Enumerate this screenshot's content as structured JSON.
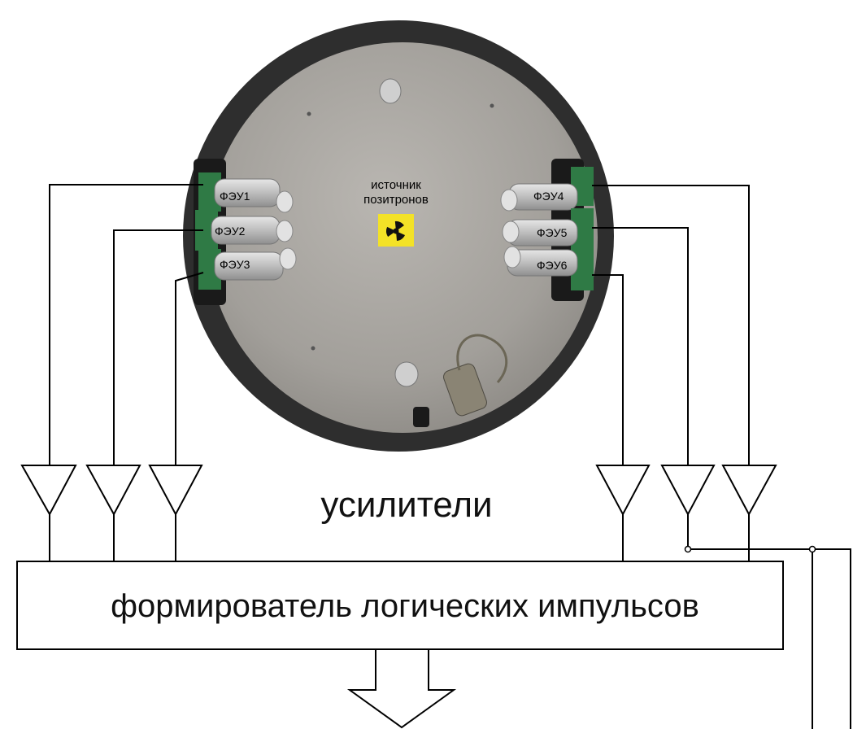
{
  "source": {
    "line1": "источник",
    "line2": "позитронов",
    "icon": "radiation-icon"
  },
  "pmts": [
    {
      "label": "ФЭУ1"
    },
    {
      "label": "ФЭУ2"
    },
    {
      "label": "ФЭУ3"
    },
    {
      "label": "ФЭУ4"
    },
    {
      "label": "ФЭУ5"
    },
    {
      "label": "ФЭУ6"
    }
  ],
  "amplifiers_label": "усилители",
  "former_label": "формирователь логических импульсов",
  "colors": {
    "disk_rim": "#3a3a3a",
    "disk_plate": "#a6a39e",
    "pmt_board": "#2f7a45",
    "radiation_bg": "#f3e227",
    "line": "#000000"
  }
}
